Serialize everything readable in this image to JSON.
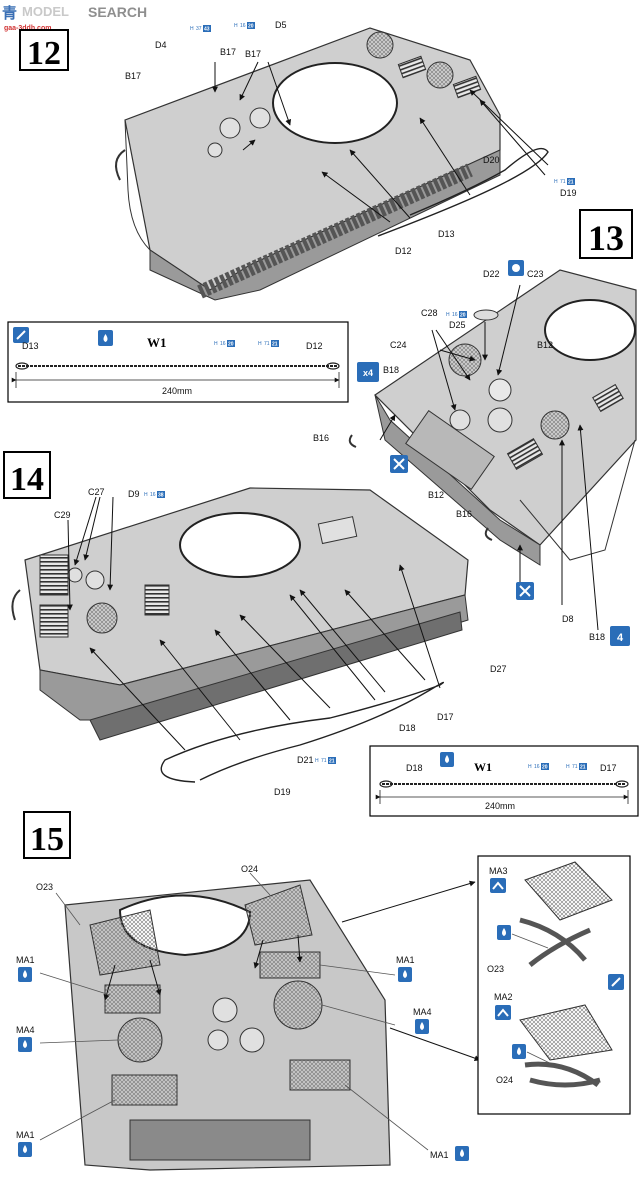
{
  "watermark": {
    "brand": "MODEL",
    "suffix": "SEARCH",
    "site": "gaa-3ddh.com",
    "prefix": "青"
  },
  "steps": {
    "s12": {
      "number": "12",
      "labels": {
        "d4": "D4",
        "b17a": "B17",
        "d5": "D5",
        "b17b": "B17",
        "b17c": "B17",
        "d20": "D20",
        "d19": "D19",
        "d13": "D13",
        "d12": "D12"
      },
      "refs": {
        "d4": [
          "H",
          "37",
          "43"
        ],
        "b17": [
          "H",
          "16",
          "20"
        ],
        "d19": [
          "H",
          "71",
          "21"
        ]
      }
    },
    "s13": {
      "number": "13",
      "labels": {
        "d22": "D22",
        "c23": "C23",
        "c28": "C28",
        "d25": "D25",
        "c24": "C24",
        "b18": "B18",
        "b12a": "B12",
        "b16a": "B16",
        "b12b": "B12",
        "b16b": "B16",
        "d8": "D8",
        "b18b": "B18",
        "x4a": "x4",
        "x4b": "4"
      },
      "refs": {
        "c28": [
          "H",
          "16",
          "20"
        ]
      }
    },
    "s14": {
      "number": "14",
      "labels": {
        "c27": "C27",
        "d9": "D9",
        "c29": "C29",
        "d27": "D27",
        "d17": "D17",
        "d18": "D18",
        "d21": "D21",
        "d19": "D19"
      },
      "refs": {
        "d9": [
          "H",
          "16",
          "38"
        ],
        "d21": [
          "H",
          "71",
          "21"
        ]
      }
    },
    "s15": {
      "number": "15",
      "labels": {
        "o24": "O24",
        "o23": "O23",
        "ma1a": "MA1",
        "ma1b": "MA1",
        "ma4a": "MA4",
        "ma4b": "MA4",
        "ma1c": "MA1",
        "ma1d": "MA1"
      }
    }
  },
  "cable_box_1": {
    "w": "W1",
    "left": "D13",
    "right": "D12",
    "length": "240mm",
    "refs": [
      [
        "H",
        "16",
        "20"
      ],
      [
        "H",
        "71",
        "21"
      ]
    ]
  },
  "cable_box_2": {
    "w": "W1",
    "left": "D18",
    "right": "D17",
    "length": "240mm",
    "refs": [
      [
        "H",
        "16",
        "20"
      ],
      [
        "H",
        "71",
        "21"
      ]
    ]
  },
  "inset_15": {
    "ma3": "MA3",
    "o23": "O23",
    "ma2": "MA2",
    "o24": "O24"
  },
  "icons": [
    "glue-brush-icon",
    "glue-drop-icon",
    "repeat-x4-icon",
    "no-glue-icon",
    "panel-flip-icon"
  ],
  "colors": {
    "accent": "#2a6db8",
    "hull": "#cfcfcf",
    "hull_dark": "#9a9a9a",
    "line": "#1a1a1a"
  }
}
